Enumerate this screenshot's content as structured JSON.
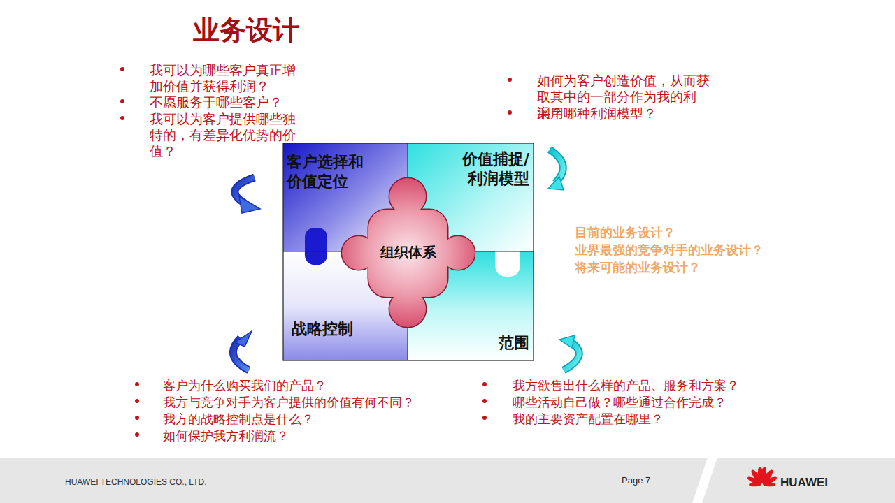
{
  "diagram": {
    "title": "业务设计",
    "nodes": [
      {
        "text": [
          "客户选择和 价值定位"
        ]
      },
      {
        "text": [
          "价值捕捉/ 利润模型"
        ]
      },
      {
        "text": [
          "组织体系"
        ]
      },
      {
        "text": [
          "战略控制"
        ]
      },
      {
        "text": [
          "范围"
        ]
      }
    ],
    "labels": [
      "我可以为哪些客户真正增加价值并获得利润？",
      "不愿服务于哪些客户？",
      "我可以为客户提供哪些独特的，有差异化优势的价值？",
      "如何为客户创造价值，从而获取其中的一部分作为我的利润？",
      "采用哪种利润模型？",
      "目前的业务设计？",
      "业界最强的竞争对手的业务设计？",
      "将来可能的业务设计？",
      "客户为什么购买我们的产品？",
      "我方与竞争对手为客户提供的价值有何不同？",
      "我方的战略控制点是什么？",
      "如何保护我方利润流？",
      "我方欲售出什么样的产品、服务和方案？",
      "哪些活动自己做？哪些通过合作完成？",
      "我的主要资产配置在哪里？",
      "HUAWEI TECHNOLOGIES CO., LTD.",
      "Page 7",
      "HUAWEI"
    ]
  }
}
